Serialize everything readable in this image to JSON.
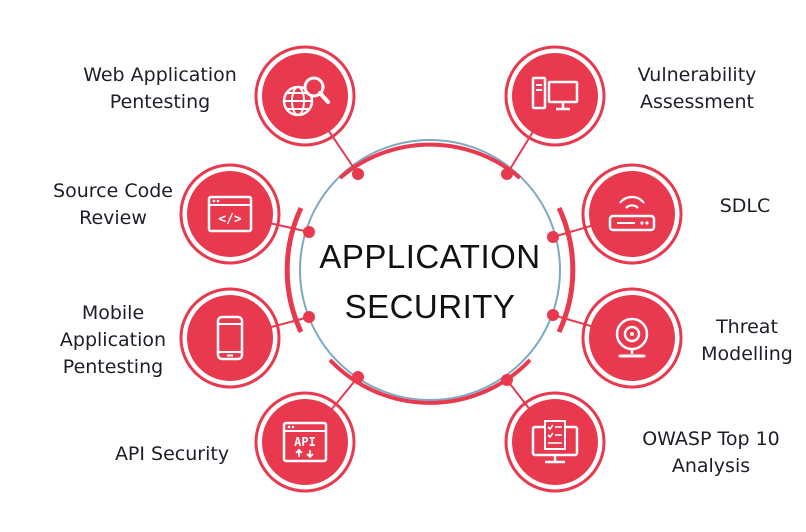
{
  "center": {
    "line1": "APPLICATION",
    "line2": "SECURITY"
  },
  "colors": {
    "accent": "#e8394e",
    "ring": "#7fa8c4",
    "text": "#1e1e28",
    "icon": "#ffffff"
  },
  "items": [
    {
      "id": "web-application-pentesting",
      "lines": [
        "Web Application",
        "Pentesting"
      ],
      "icon": "globe-search-icon"
    },
    {
      "id": "source-code-review",
      "lines": [
        "Source Code",
        "Review"
      ],
      "icon": "code-window-icon"
    },
    {
      "id": "mobile-application-pentesting",
      "lines": [
        "Mobile",
        "Application",
        "Pentesting"
      ],
      "icon": "smartphone-icon"
    },
    {
      "id": "api-security",
      "lines": [
        "API Security"
      ],
      "icon": "api-window-icon",
      "icon_text": "API"
    },
    {
      "id": "vulnerability-assessment",
      "lines": [
        "Vulnerability",
        "Assessment"
      ],
      "icon": "desktop-computer-icon"
    },
    {
      "id": "sdlc",
      "lines": [
        "SDLC"
      ],
      "icon": "router-icon"
    },
    {
      "id": "threat-modelling",
      "lines": [
        "Threat",
        "Modelling"
      ],
      "icon": "webcam-icon"
    },
    {
      "id": "owasp-top-10-analysis",
      "lines": [
        "OWASP Top 10",
        "Analysis"
      ],
      "icon": "report-monitor-icon"
    }
  ]
}
